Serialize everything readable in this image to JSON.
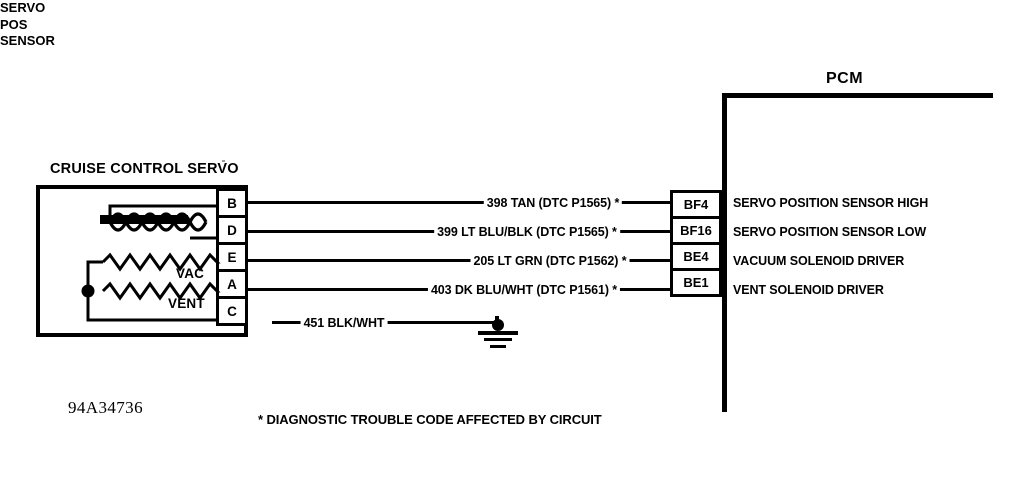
{
  "diagram": {
    "drawing_number": "94A34736",
    "footnote": "* DIAGNOSTIC TROUBLE CODE AFFECTED BY CIRCUIT",
    "line_color": "#000000",
    "background_color": "#ffffff"
  },
  "servo": {
    "title": "CRUISE CONTROL SERVO",
    "sensor_label": "SERVO\nPOS\nSENSOR",
    "sensor_label_lines": [
      "SERVO",
      "POS",
      "SENSOR"
    ],
    "solenoids": [
      {
        "name": "vacuum",
        "label": "VAC"
      },
      {
        "name": "vent",
        "label": "VENT"
      }
    ],
    "pins": [
      {
        "id": "B"
      },
      {
        "id": "D"
      },
      {
        "id": "E"
      },
      {
        "id": "A"
      },
      {
        "id": "C"
      }
    ]
  },
  "pcm": {
    "title": "PCM",
    "pins": [
      {
        "id": "BF4"
      },
      {
        "id": "BF16"
      },
      {
        "id": "BE4"
      },
      {
        "id": "BE1"
      }
    ],
    "descriptions": [
      "SERVO POSITION SENSOR HIGH",
      "SERVO POSITION SENSOR LOW",
      "VACUUM SOLENOID DRIVER",
      "VENT SOLENOID DRIVER"
    ]
  },
  "circuits": [
    {
      "servo_pin": "B",
      "pcm_pin": "BF4",
      "wire_label": "398 TAN (DTC P1565) *",
      "circuit_number": "398",
      "wire_color": "TAN",
      "dtc": "P1565",
      "function": "SERVO POSITION SENSOR HIGH"
    },
    {
      "servo_pin": "D",
      "pcm_pin": "BF16",
      "wire_label": "399 LT BLU/BLK (DTC P1565) *",
      "circuit_number": "399",
      "wire_color": "LT BLU/BLK",
      "dtc": "P1565",
      "function": "SERVO POSITION SENSOR LOW"
    },
    {
      "servo_pin": "E",
      "pcm_pin": "BE4",
      "wire_label": "205 LT GRN (DTC P1562) *",
      "circuit_number": "205",
      "wire_color": "LT GRN",
      "dtc": "P1562",
      "function": "VACUUM SOLENOID DRIVER"
    },
    {
      "servo_pin": "A",
      "pcm_pin": "BE1",
      "wire_label": "403 DK BLU/WHT (DTC P1561) *",
      "circuit_number": "403",
      "wire_color": "DK BLU/WHT",
      "dtc": "P1561",
      "function": "VENT SOLENOID DRIVER"
    },
    {
      "servo_pin": "C",
      "pcm_pin": null,
      "wire_label": "451 BLK/WHT",
      "circuit_number": "451",
      "wire_color": "BLK/WHT",
      "dtc": null,
      "function": "GROUND"
    }
  ],
  "ground": {
    "symbol": "chassis-ground"
  }
}
